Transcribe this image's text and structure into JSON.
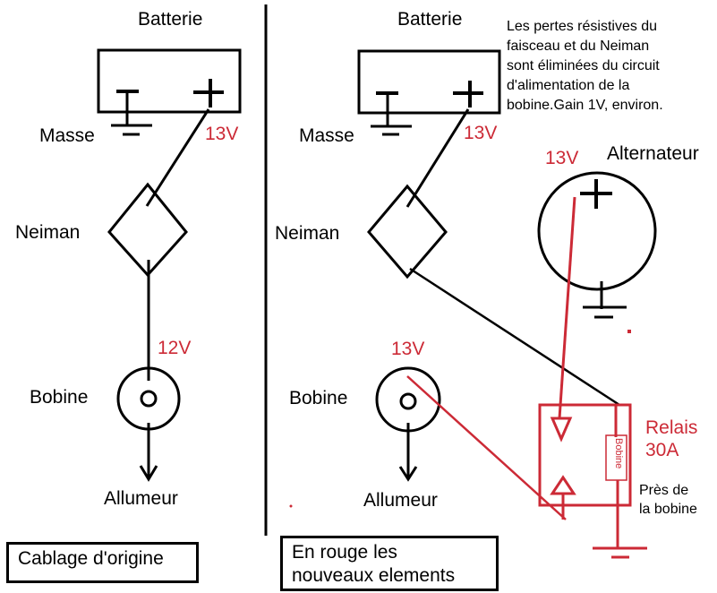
{
  "colors": {
    "wire_original": "#000000",
    "new_elements": "#cc2a36",
    "background": "#ffffff"
  },
  "left_panel": {
    "battery_label": "Batterie",
    "ground_label": "Masse",
    "battery_voltage": "13V",
    "neiman_label": "Neiman",
    "coil_voltage": "12V",
    "coil_label": "Bobine",
    "distributor_label": "Allumeur",
    "caption": "Cablage d'origine"
  },
  "right_panel": {
    "battery_label": "Batterie",
    "ground_label": "Masse",
    "battery_voltage": "13V",
    "neiman_label": "Neiman",
    "coil_voltage": "13V",
    "coil_label": "Bobine",
    "distributor_label": "Allumeur",
    "alternator_label": "Alternateur",
    "alternator_voltage": "13V",
    "relay_label_line1": "Relais",
    "relay_label_line2": "30A",
    "relay_coil_label": "Bobine",
    "relay_location_line1": "Près de",
    "relay_location_line2": "la bobine",
    "note": "Les pertes résistives du\nfaisceau et du Neiman\nsont éliminées du circuit\nd'alimentation de la\nbobine.Gain 1V, environ.",
    "caption": "En rouge les\nnouveaux elements"
  }
}
